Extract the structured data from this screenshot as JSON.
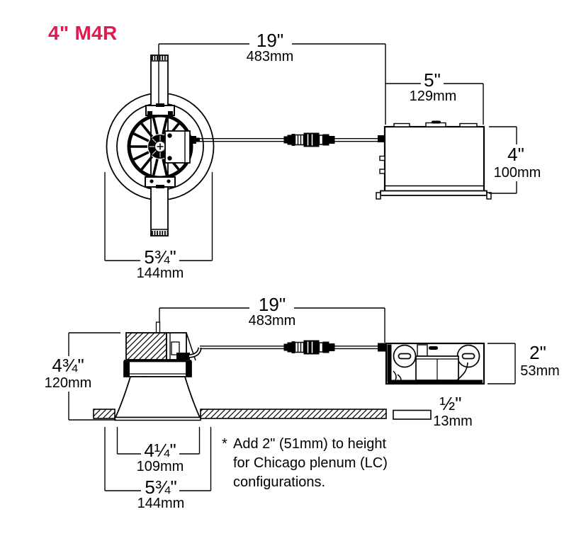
{
  "title": "4\" M4R",
  "colors": {
    "accent": "#e41950",
    "ink": "#000000",
    "background": "#ffffff"
  },
  "top_view": {
    "overall_width_in": "19\"",
    "overall_width_mm": "483mm",
    "jbox_width_in": "5\"",
    "jbox_width_mm": "129mm",
    "jbox_depth_in": "4\"",
    "jbox_depth_mm": "100mm",
    "trim_dia_in": "5¾\"",
    "trim_dia_mm": "144mm"
  },
  "side_view": {
    "overall_width_in": "19\"",
    "overall_width_mm": "483mm",
    "housing_height_in": "4¾\"",
    "housing_height_mm": "120mm",
    "driver_height_in": "2\"",
    "driver_height_mm": "53mm",
    "ceiling_thickness_in": "½\"",
    "ceiling_thickness_mm": "13mm",
    "aperture_in": "4¼\"",
    "aperture_mm": "109mm",
    "trim_dia_in": "5¾\"",
    "trim_dia_mm": "144mm"
  },
  "note": {
    "marker": "*",
    "line1": "Add 2\" (51mm) to height",
    "line2": "for Chicago plenum (LC)",
    "line3": "configurations."
  }
}
